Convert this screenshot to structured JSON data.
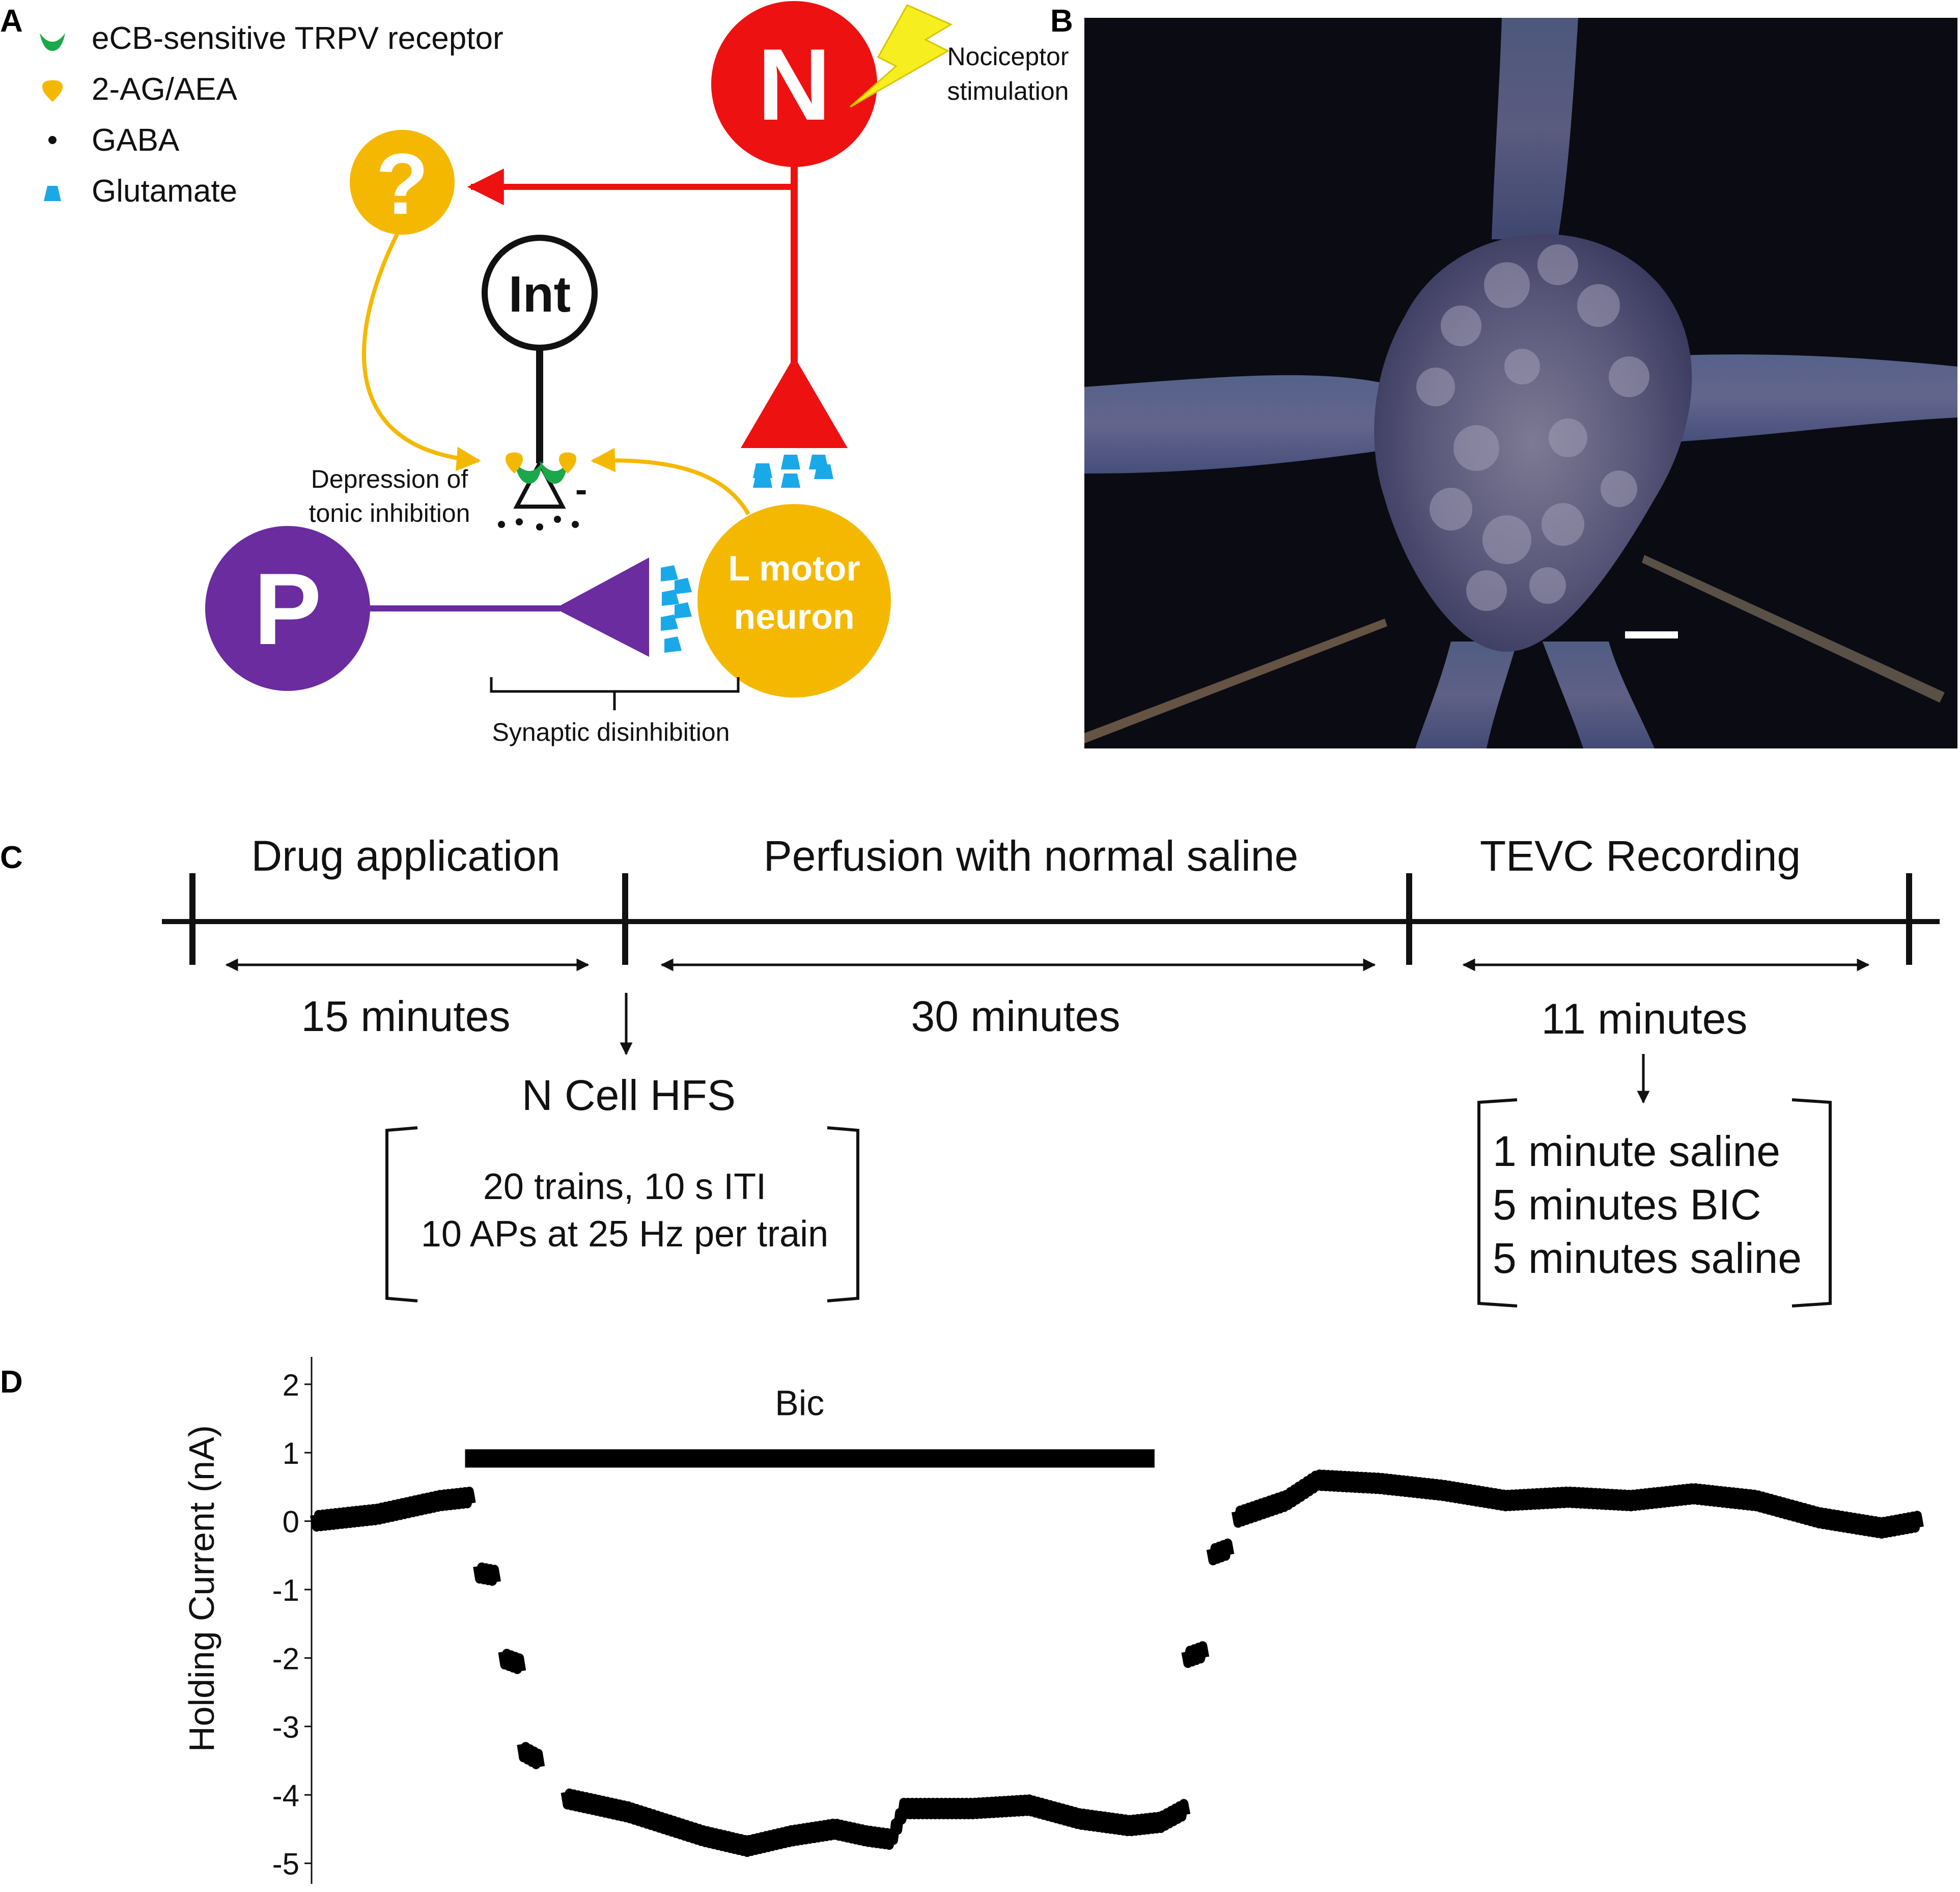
{
  "panels": {
    "a": {
      "letter": "A",
      "legend": [
        {
          "label": "eCB-sensitive TRPV receptor",
          "symbol": "trpv-receptor",
          "color": "#1aa84a"
        },
        {
          "label": "2-AG/AEA",
          "symbol": "endocannabinoid",
          "color": "#f5b800"
        },
        {
          "label": "GABA",
          "symbol": "gaba",
          "color": "#111111"
        },
        {
          "label": "Glutamate",
          "symbol": "glutamate",
          "color": "#1aa9e8"
        }
      ],
      "cells": {
        "n": "N",
        "unknown": "?",
        "int": "Int",
        "p": "P",
        "l_motor_line1": "L motor",
        "l_motor_line2": "neuron"
      },
      "nociceptor_line1": "Nociceptor",
      "nociceptor_line2": "stimulation",
      "depression_line1": "Depression of",
      "depression_line2": "tonic inhibition",
      "minus": "-",
      "disinhibition": "Synaptic disinhibition",
      "colors": {
        "n": "#ee1111",
        "yellow": "#f5b800",
        "p": "#6a2c9e",
        "glutamate": "#1aa9e8",
        "green": "#1aa84a",
        "bolt": "#f7ee1f"
      }
    },
    "b": {
      "letter": "B",
      "scale_bar": "present"
    },
    "c": {
      "letter": "C",
      "phases": [
        {
          "label": "Drug application",
          "duration": "15 minutes"
        },
        {
          "label": "Perfusion with normal saline",
          "duration": "30 minutes"
        },
        {
          "label": "TEVC Recording",
          "duration": "11 minutes"
        }
      ],
      "hfs": {
        "title": "N Cell HFS",
        "line1": "20 trains, 10 s ITI",
        "line2": "10 APs at 25 Hz per train"
      },
      "recording": {
        "line1": "1 minute saline",
        "line2": "5 minutes BIC",
        "line3": "5 minutes saline"
      }
    },
    "d": {
      "letter": "D"
    }
  },
  "chart_data": {
    "type": "line",
    "ylabel": "Holding Current (nA)",
    "xlabel": "",
    "ylim": [
      -5.3,
      2.4
    ],
    "yticks": [
      2,
      1,
      0,
      -1,
      -2,
      -3,
      -4,
      -5
    ],
    "ytick_labels": [
      "2",
      "1",
      "0",
      "-1",
      "-2",
      "-3",
      "-4",
      "-5"
    ],
    "annotation": "Bic",
    "bic_bar": [
      2.4,
      13.4
    ],
    "x_range": [
      0,
      25.6
    ],
    "series": [
      {
        "segments": [
          [
            [
              0,
              0
            ],
            [
              1,
              0.1
            ],
            [
              2,
              0.3
            ],
            [
              2.5,
              0.35
            ]
          ],
          [
            [
              2.6,
              -0.75
            ],
            [
              2.9,
              -0.8
            ]
          ],
          [
            [
              3,
              -2
            ],
            [
              3.3,
              -2.1
            ]
          ],
          [
            [
              3.3,
              -3.35
            ],
            [
              3.6,
              -3.5
            ]
          ],
          [
            [
              4.0,
              -4.05
            ],
            [
              5.0,
              -4.25
            ],
            [
              6.2,
              -4.6
            ],
            [
              6.9,
              -4.75
            ],
            [
              7.6,
              -4.6
            ],
            [
              8.3,
              -4.5
            ],
            [
              8.8,
              -4.6
            ],
            [
              9.2,
              -4.65
            ],
            [
              9.4,
              -4.2
            ],
            [
              10.5,
              -4.2
            ],
            [
              11.4,
              -4.15
            ],
            [
              12.2,
              -4.35
            ],
            [
              13,
              -4.45
            ],
            [
              13.5,
              -4.4
            ],
            [
              13.9,
              -4.2
            ]
          ],
          [
            [
              13.9,
              -2
            ],
            [
              14.2,
              -1.9
            ]
          ],
          [
            [
              14.3,
              -0.5
            ],
            [
              14.6,
              -0.4
            ]
          ],
          [
            [
              14.7,
              0.05
            ],
            [
              15.5,
              0.3
            ],
            [
              16,
              0.6
            ],
            [
              17,
              0.55
            ],
            [
              18,
              0.45
            ],
            [
              19,
              0.3
            ],
            [
              20,
              0.35
            ],
            [
              21,
              0.3
            ],
            [
              22,
              0.4
            ],
            [
              23,
              0.3
            ],
            [
              24,
              0.05
            ],
            [
              25,
              -0.1
            ],
            [
              25.6,
              0
            ]
          ]
        ]
      }
    ]
  }
}
